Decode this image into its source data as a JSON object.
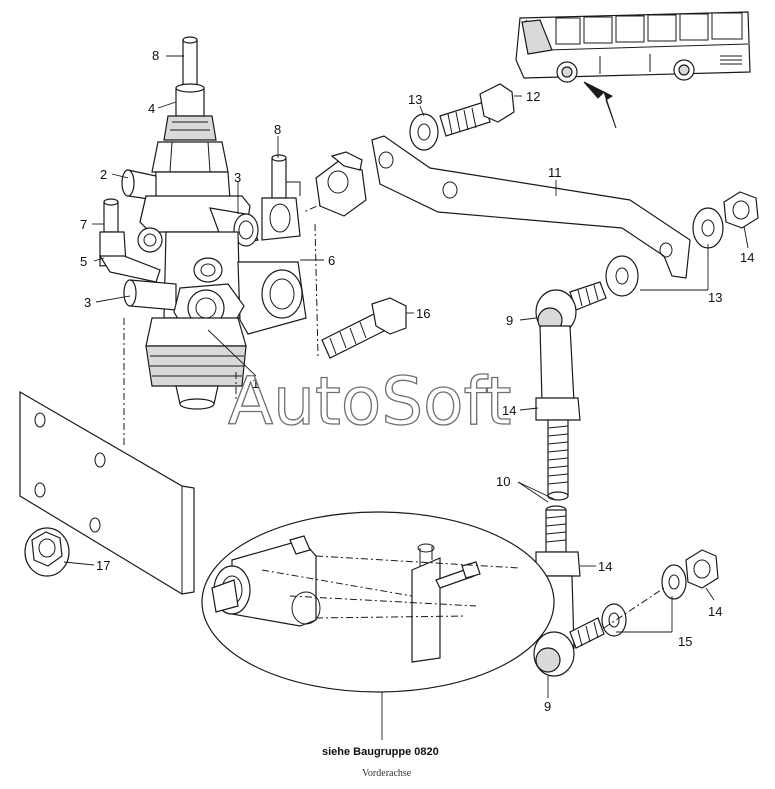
{
  "watermark": "AutoSoft",
  "caption": "siehe Baugruppe 0820",
  "subcaption": "Vorderachse",
  "callouts": [
    {
      "id": "c8a",
      "text": "8"
    },
    {
      "id": "c4",
      "text": "4"
    },
    {
      "id": "c2",
      "text": "2"
    },
    {
      "id": "c7",
      "text": "7"
    },
    {
      "id": "c5",
      "text": "5"
    },
    {
      "id": "c3a",
      "text": "3"
    },
    {
      "id": "c3b",
      "text": "3"
    },
    {
      "id": "c8b",
      "text": "8"
    },
    {
      "id": "c6",
      "text": "6"
    },
    {
      "id": "c1",
      "text": "1"
    },
    {
      "id": "c13a",
      "text": "13"
    },
    {
      "id": "c12",
      "text": "12"
    },
    {
      "id": "c11",
      "text": "11"
    },
    {
      "id": "c14a",
      "text": "14"
    },
    {
      "id": "c13b",
      "text": "13"
    },
    {
      "id": "c16",
      "text": "16"
    },
    {
      "id": "c9a",
      "text": "9"
    },
    {
      "id": "c14b",
      "text": "14"
    },
    {
      "id": "c10",
      "text": "10"
    },
    {
      "id": "c14c",
      "text": "14"
    },
    {
      "id": "c14d",
      "text": "14"
    },
    {
      "id": "c15",
      "text": "15"
    },
    {
      "id": "c9b",
      "text": "9"
    },
    {
      "id": "c17",
      "text": "17"
    }
  ],
  "colors": {
    "ink": "#1a1a1a",
    "watermark": "#6e6e6e",
    "fill": "#ffffff"
  }
}
